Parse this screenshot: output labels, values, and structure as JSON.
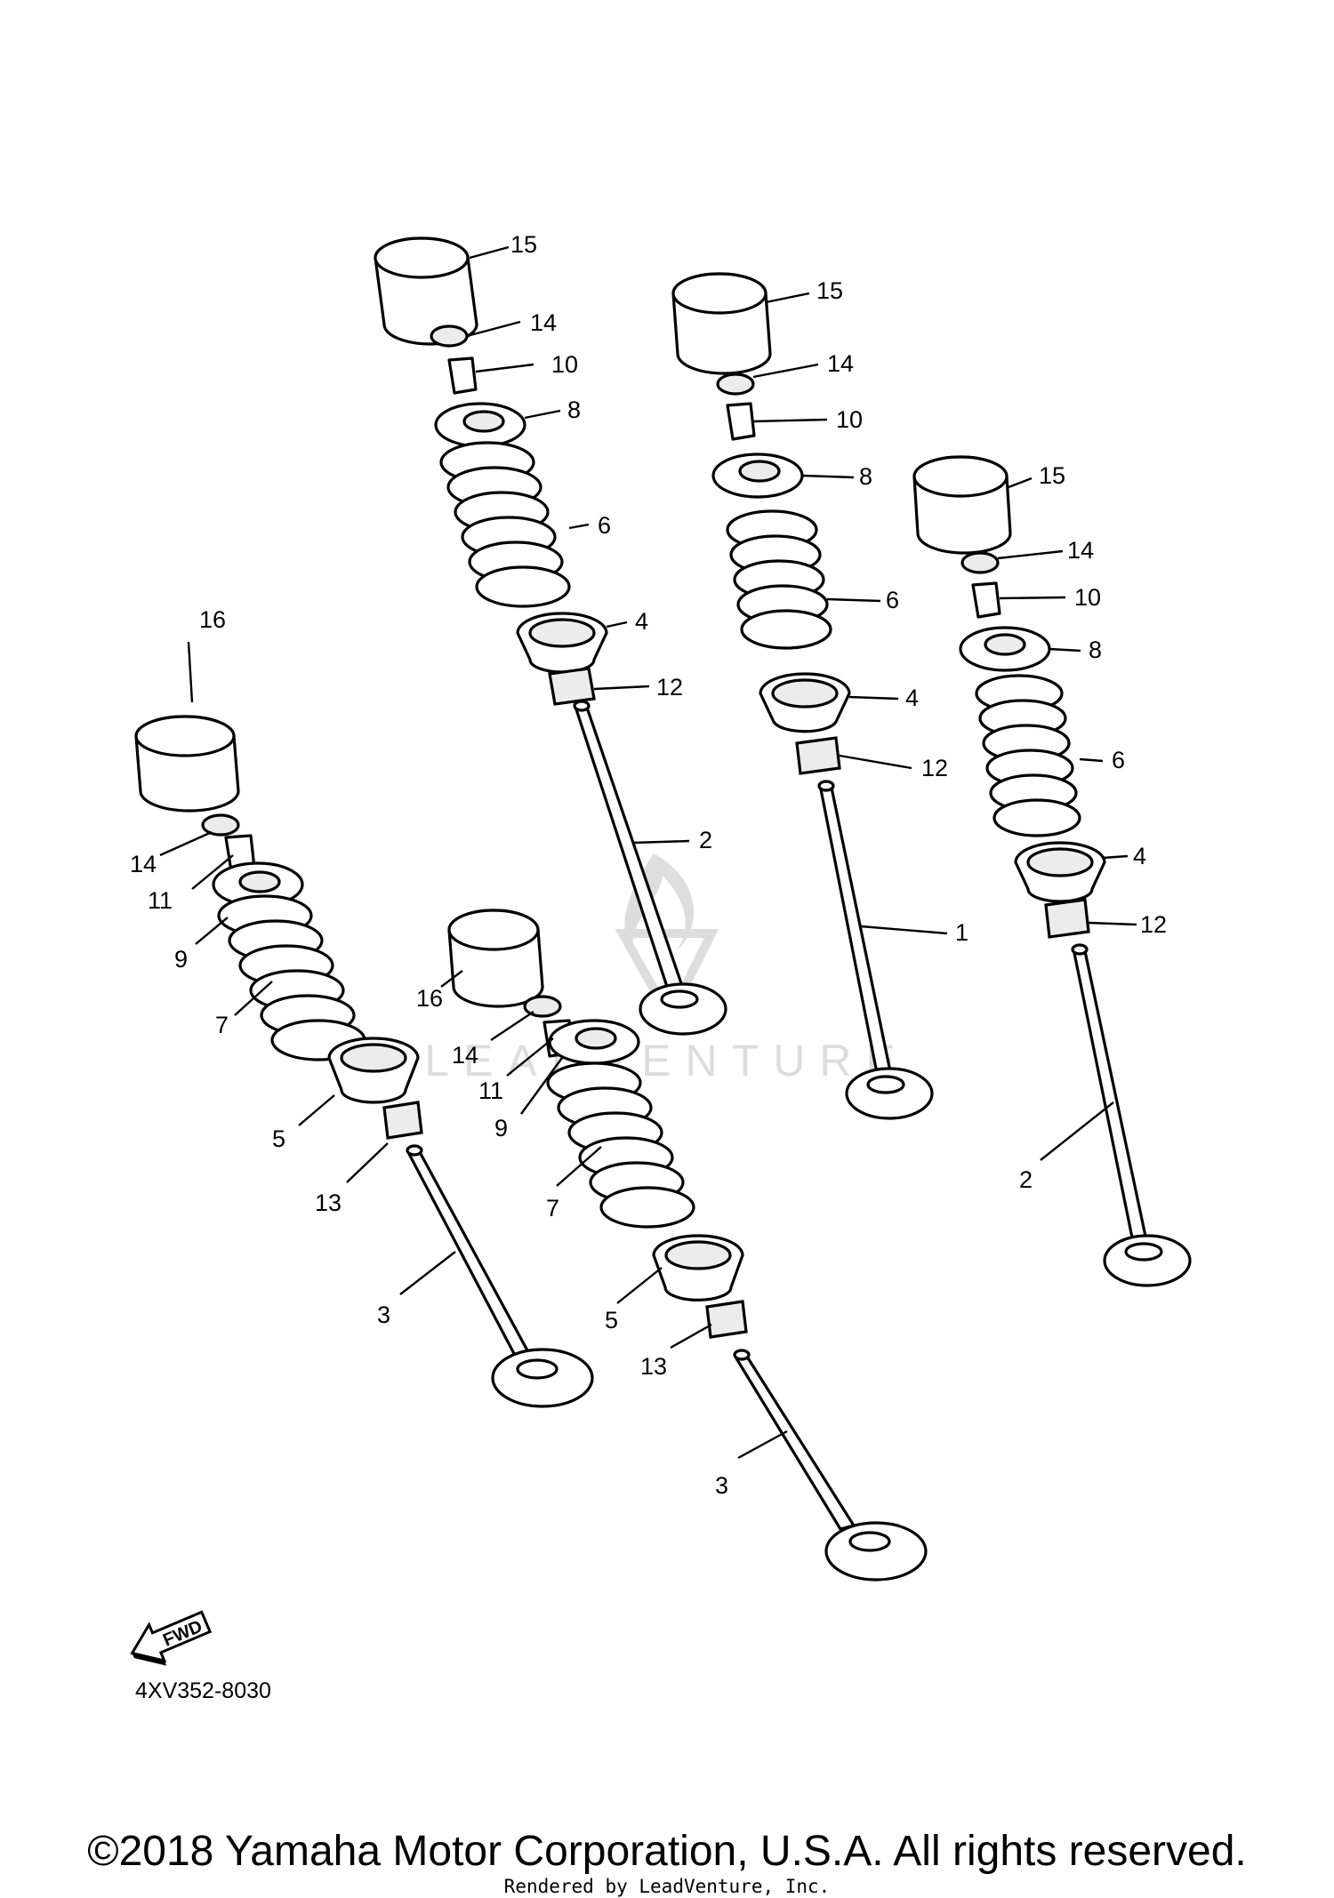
{
  "diagram": {
    "callouts": [
      "1",
      "2",
      "3",
      "4",
      "5",
      "6",
      "7",
      "8",
      "9",
      "10",
      "11",
      "12",
      "13",
      "14",
      "15",
      "16"
    ],
    "fwd_label": "FWD",
    "watermark": "LEADVENTURE",
    "diagram_code": "4XV352-8030",
    "copyright": "©2018 Yamaha Motor Corporation, U.S.A. All rights reserved.",
    "rendered_by": "Rendered by LeadVenture, Inc."
  }
}
